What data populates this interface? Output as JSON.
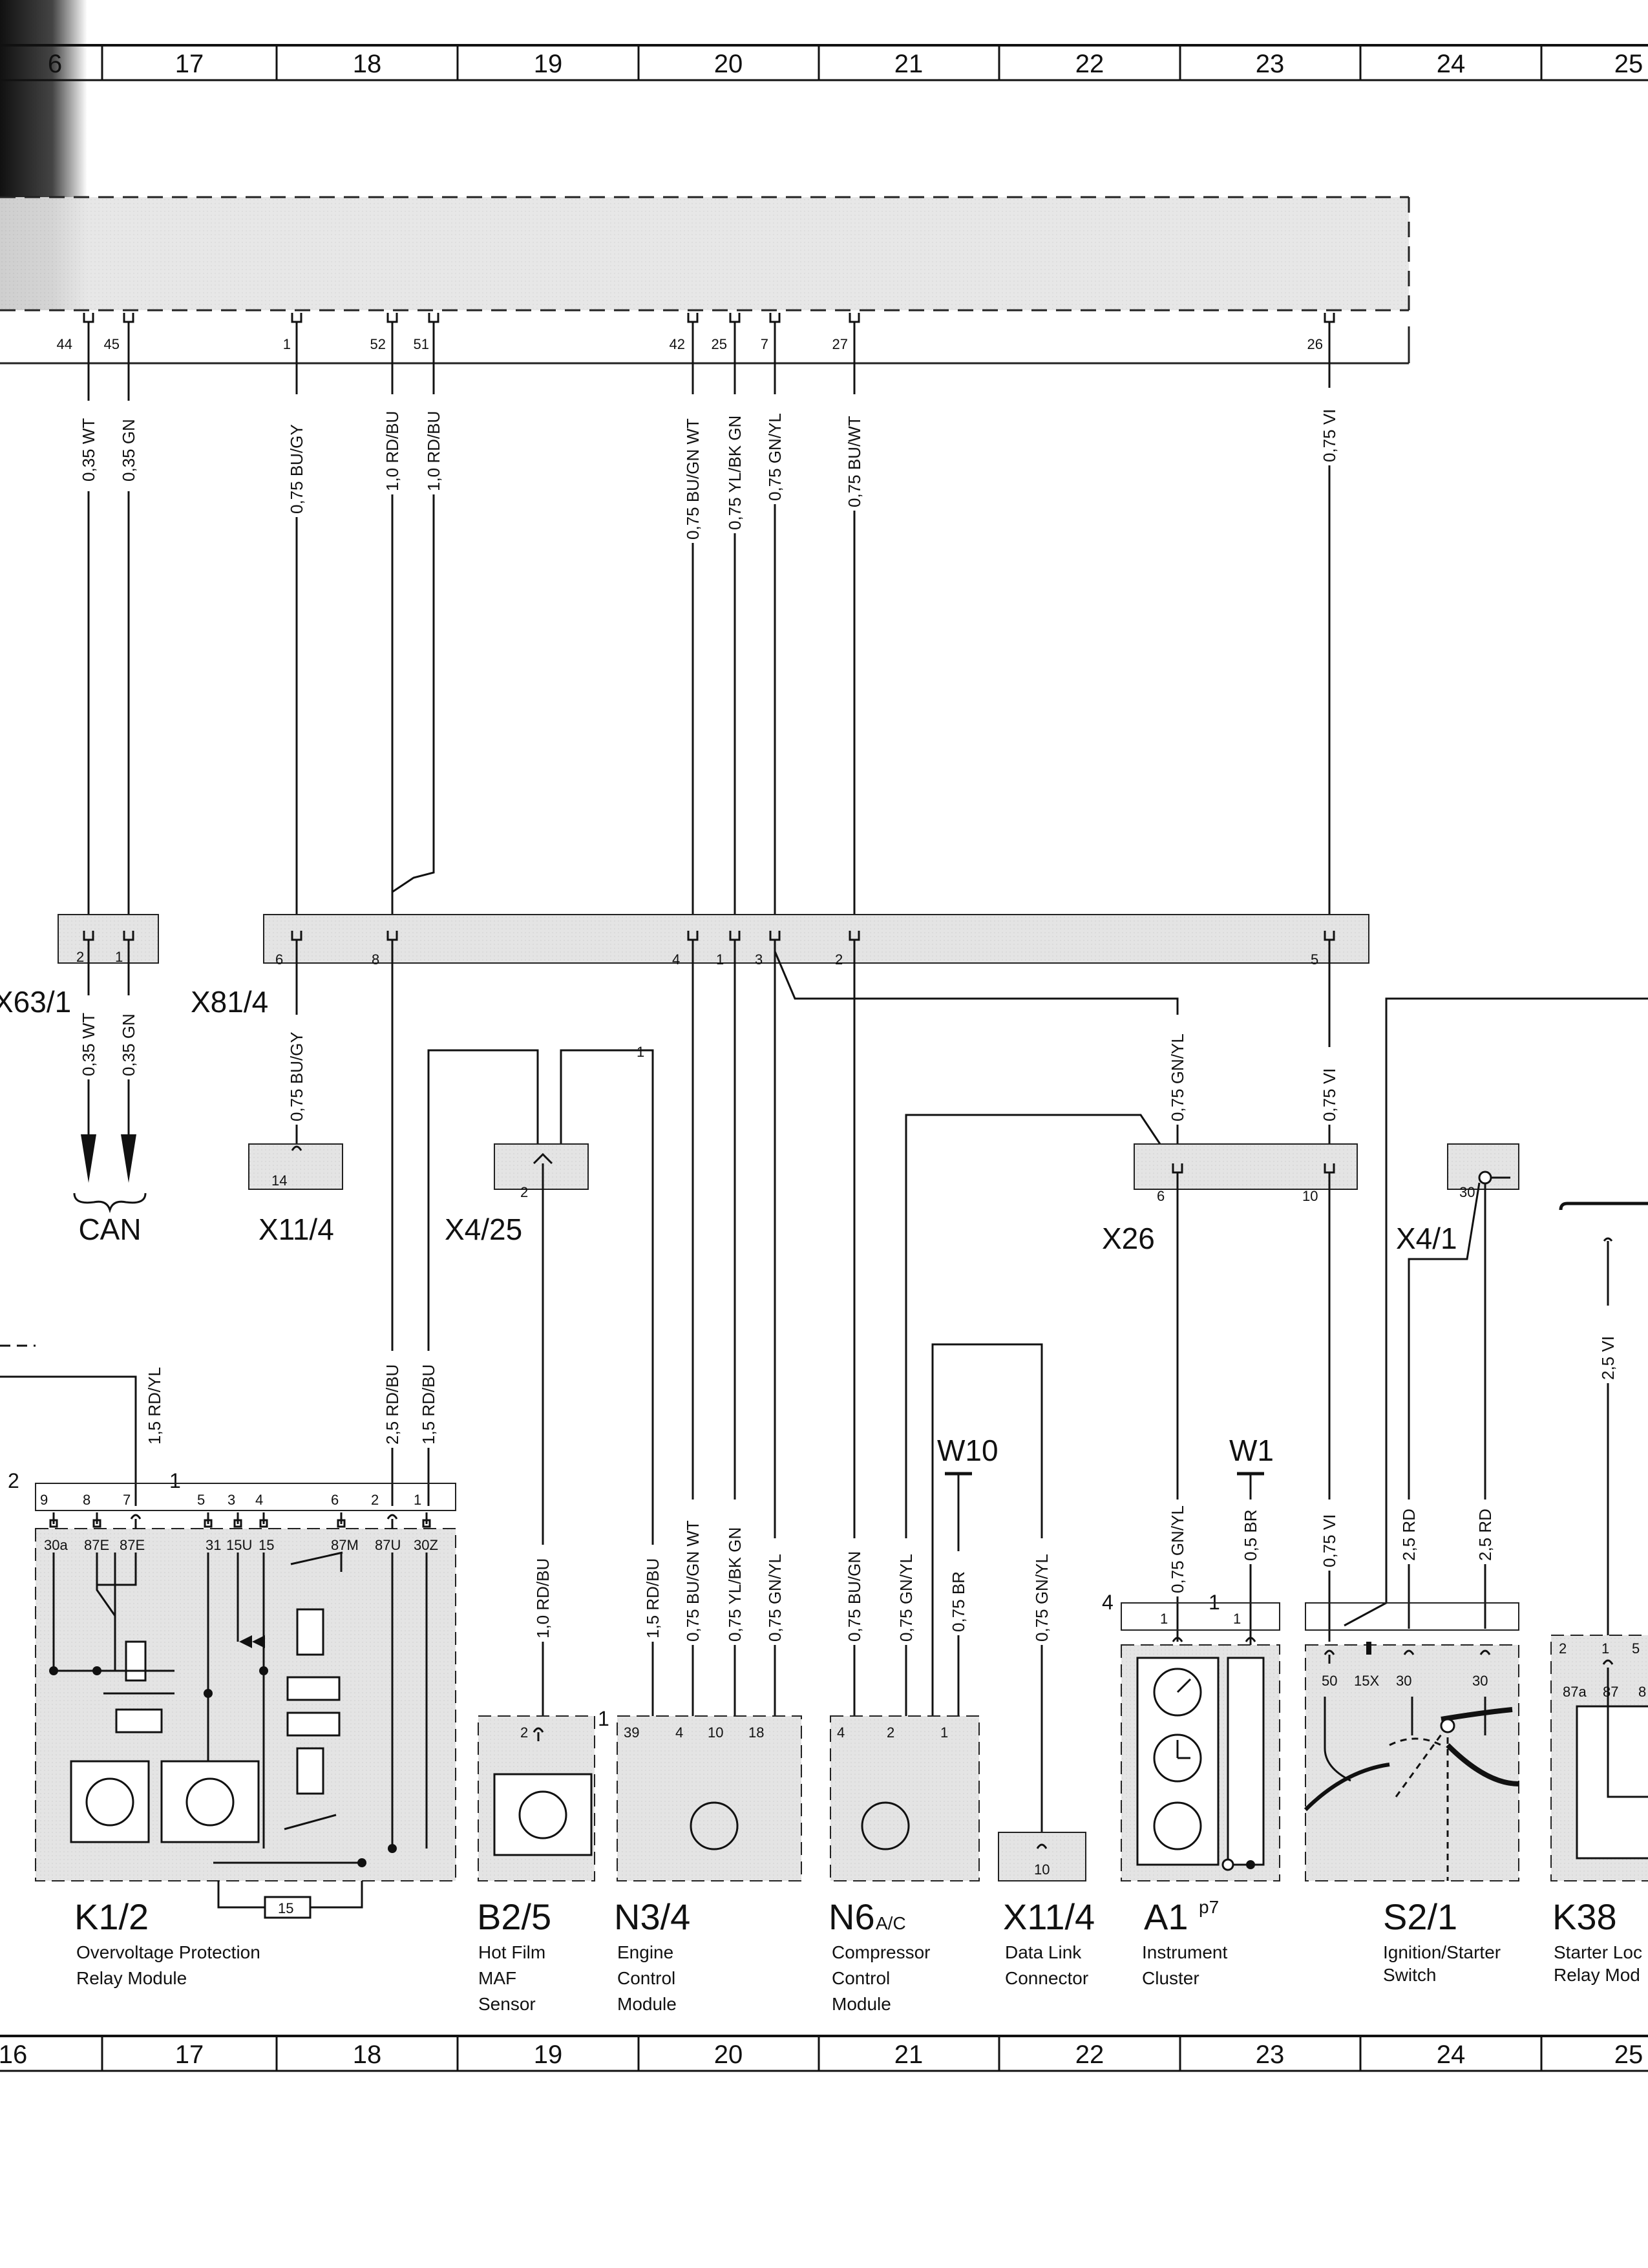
{
  "grid": {
    "top_strip_first": "6",
    "bottom_strip_first": "16",
    "columns": [
      "17",
      "18",
      "19",
      "20",
      "21",
      "22",
      "23",
      "24",
      "25"
    ]
  },
  "top_connector": {
    "pins": [
      "44",
      "45",
      "1",
      "52",
      "51",
      "42",
      "25",
      "7",
      "27",
      "26"
    ]
  },
  "wires_top": [
    "0,35 WT",
    "0,35 GN",
    "0,75 BU/GY",
    "1,0 RD/BU",
    "1,0 RD/BU",
    "0,75 BU/GN WT",
    "0,75 YL/BK GN",
    "0,75 GN/YL",
    "0,75 BU/WT",
    "0,75 VI"
  ],
  "x63_1": {
    "name": "X63/1",
    "pins": [
      "2",
      "1"
    ]
  },
  "x81_4": {
    "name": "X81/4",
    "pins": [
      "6",
      "8",
      "4",
      "1",
      "3",
      "2",
      "5"
    ]
  },
  "wires_mid": [
    "0,35 WT",
    "0,35 GN",
    "0,75 BU/GY",
    "0,75 GN/YL",
    "0,75 VI"
  ],
  "can": {
    "label": "CAN"
  },
  "x11_4_upper": {
    "name": "X11/4",
    "pin": "14"
  },
  "x4_25": {
    "name": "X4/25",
    "pin": "2"
  },
  "x26": {
    "name": "X26",
    "pins": [
      "6",
      "10"
    ]
  },
  "x4_1": {
    "name": "X4/1",
    "pin": "30"
  },
  "wires_lower": [
    "1,5 RD/YL",
    "2,5 RD/BU",
    "1,5 RD/BU",
    "2,5 VI",
    "0,75 GN/YL",
    "0,5 BR",
    "0,75 VI",
    "2,5 RD",
    "2,5 RD",
    "1,0 RD/BU",
    "1,5 RD/BU",
    "0,75 BU/GN WT",
    "0,75 YL/BK GN",
    "0,75 GN/YL",
    "0,75 BU/GN",
    "0,75 GN/YL",
    "0,75 BR",
    "0,75 GN/YL"
  ],
  "grounds": [
    "W10",
    "W1"
  ],
  "k1_2": {
    "code": "K1/2",
    "desc": [
      "Overvoltage Protection",
      "Relay Module"
    ],
    "sheet_ref": "2",
    "group_ref": "1",
    "top_pins": [
      "9",
      "8",
      "7",
      "5",
      "3",
      "4",
      "6",
      "2",
      "1"
    ],
    "terminals": [
      "30a",
      "87E",
      "87E",
      "31",
      "15U",
      "15",
      "87M",
      "87U",
      "30Z"
    ],
    "fuse": "15"
  },
  "b2_5": {
    "code": "B2/5",
    "desc": [
      "Hot Film",
      "MAF",
      "Sensor"
    ],
    "pin": "2"
  },
  "n3_4": {
    "code": "N3/4",
    "desc": [
      "Engine",
      "Control",
      "Module"
    ],
    "group_ref": "1",
    "pins": [
      "39",
      "4",
      "10",
      "18"
    ]
  },
  "n6": {
    "code": "N6",
    "suffix": "A/C",
    "desc": [
      "Compressor",
      "Control",
      "Module"
    ],
    "pins": [
      "4",
      "2",
      "1"
    ]
  },
  "x11_4_lower": {
    "code": "X11/4",
    "desc": [
      "Data Link",
      "Connector"
    ],
    "pin": "10"
  },
  "a1": {
    "code": "A1",
    "suffix": "p7",
    "desc": [
      "Instrument",
      "Cluster"
    ],
    "group_ref": "4",
    "pins": [
      "1",
      "1"
    ],
    "pin_ref": "1"
  },
  "s2_1": {
    "code": "S2/1",
    "desc": [
      "Ignition/Starter",
      "Switch"
    ],
    "terminals": [
      "50",
      "15X",
      "30",
      "30"
    ]
  },
  "k38": {
    "code": "K38",
    "desc": [
      "Starter Loc",
      "Relay Mod"
    ],
    "pins": [
      "2",
      "1",
      "5"
    ],
    "terminals": [
      "87a",
      "87",
      "8"
    ]
  }
}
